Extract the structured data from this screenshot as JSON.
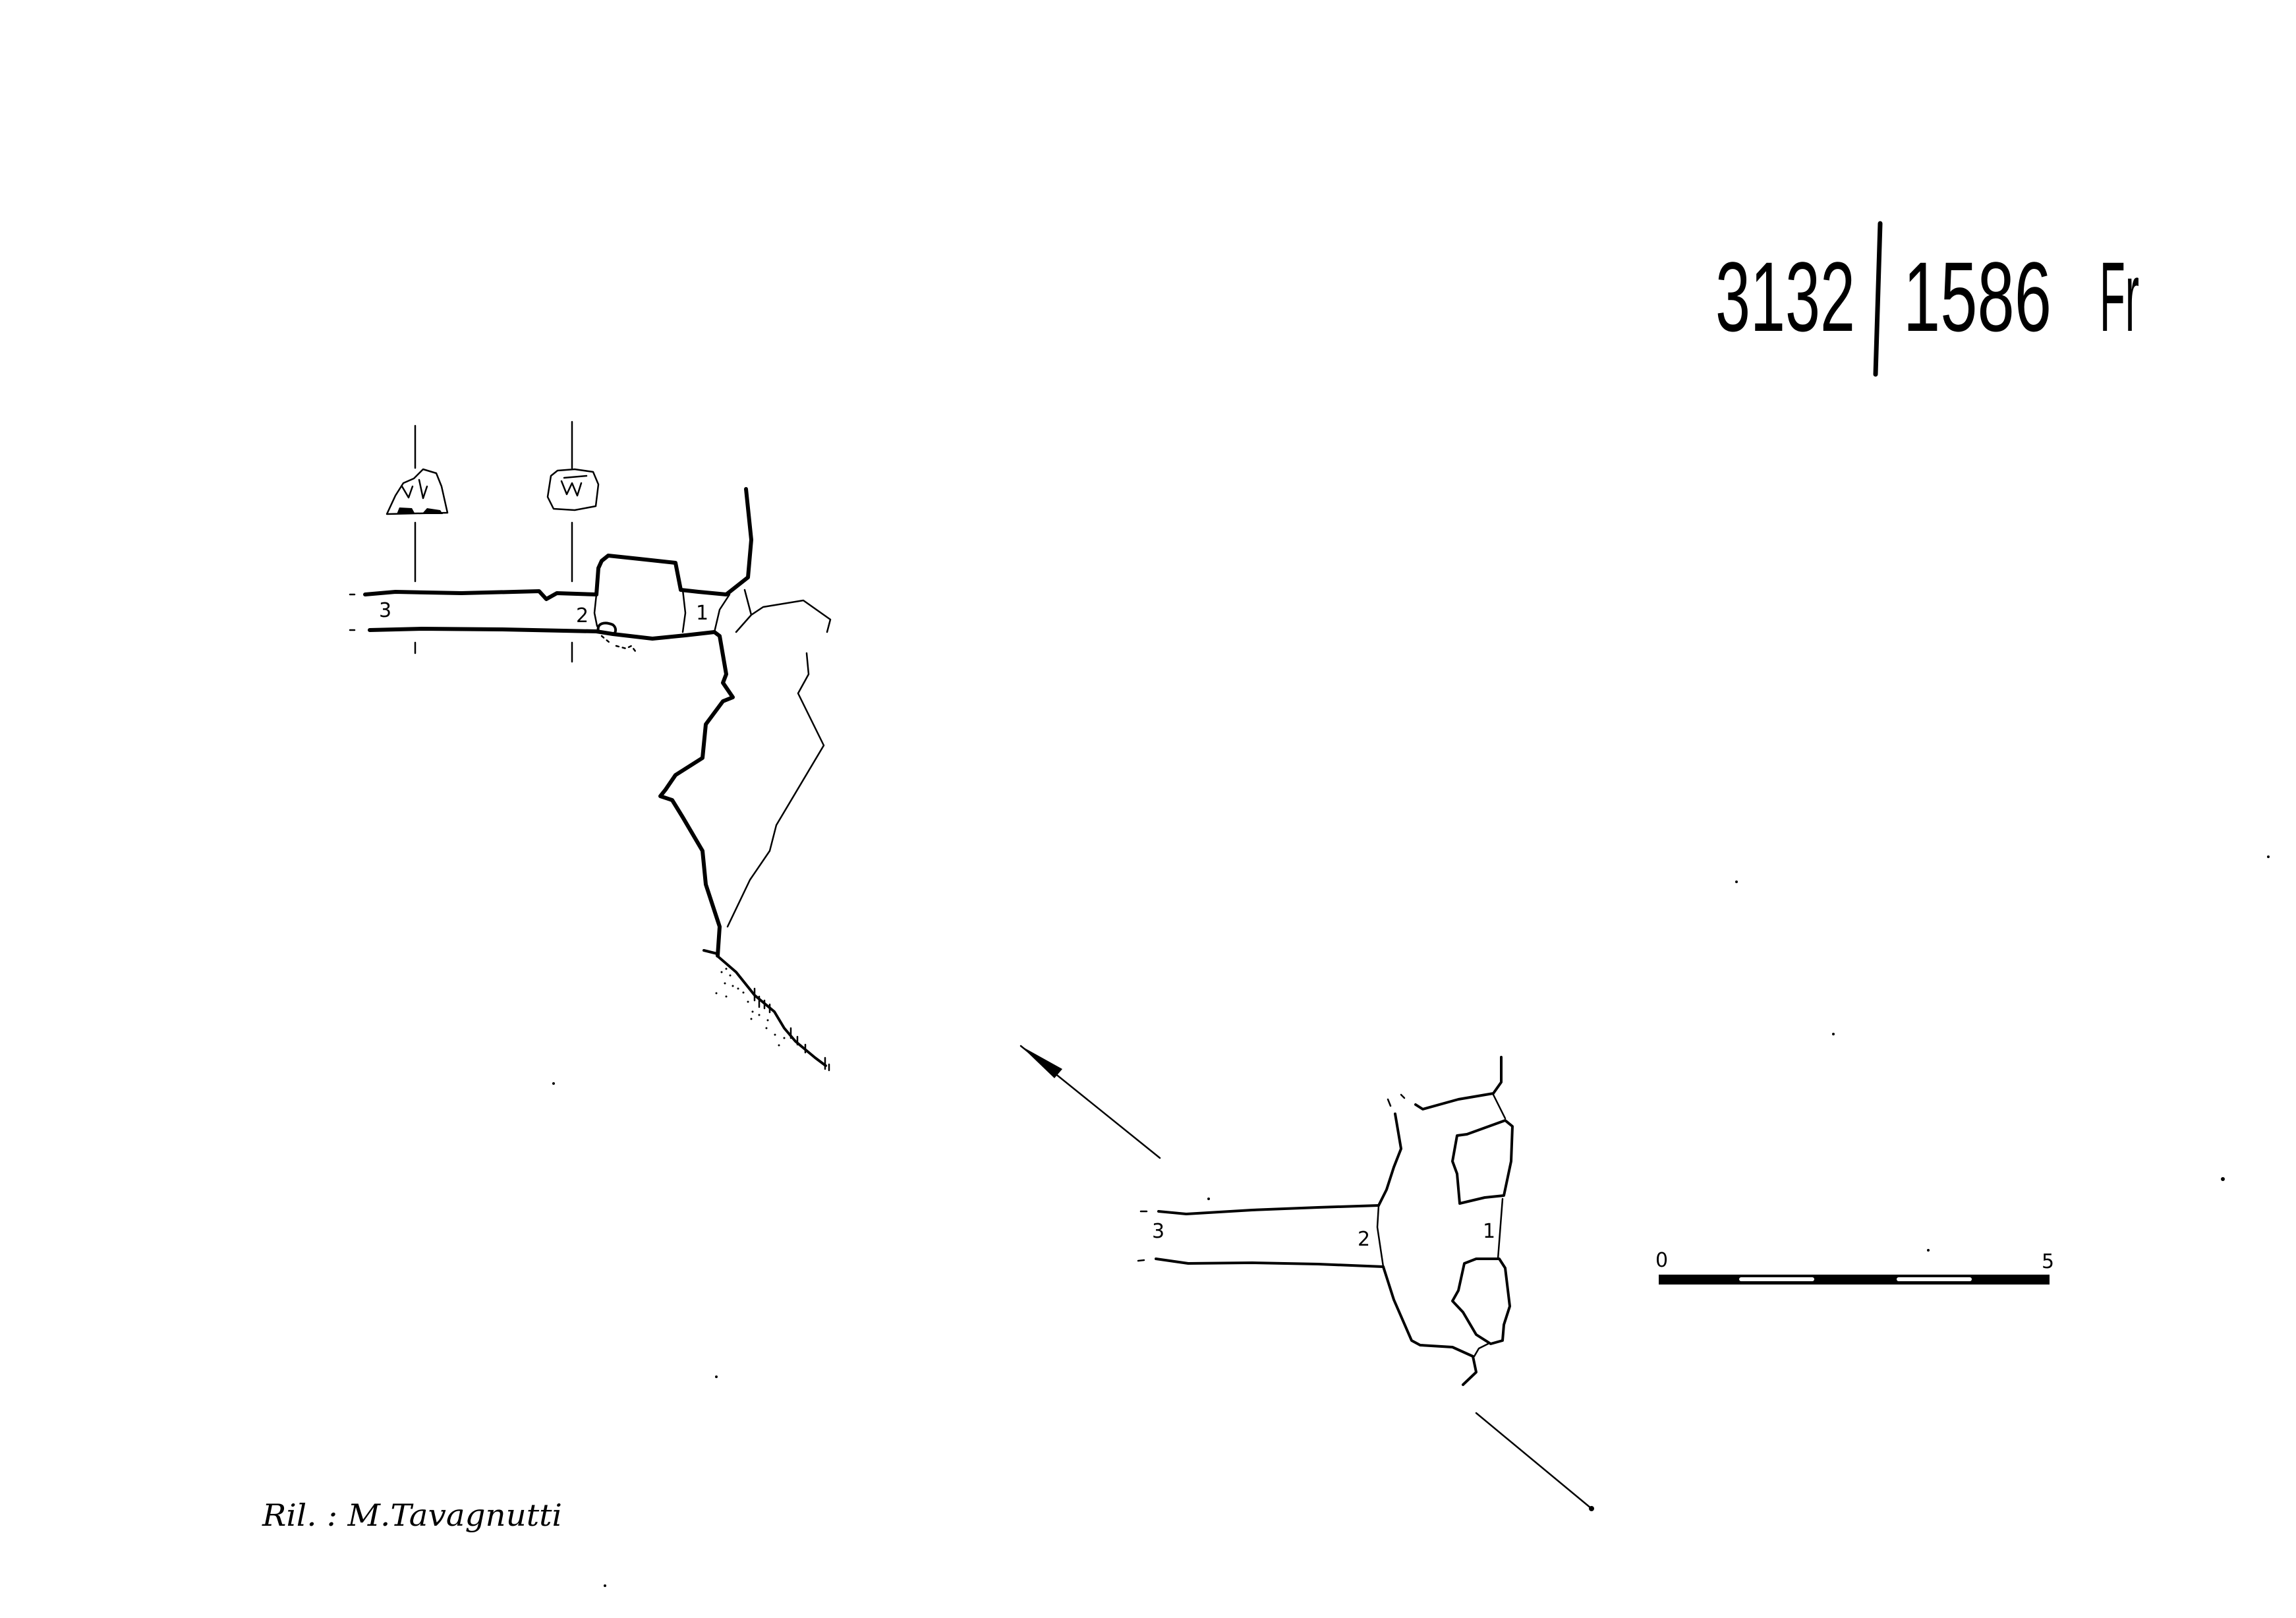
{
  "header": {
    "cave_number": "3132",
    "regional_number": "1586",
    "province_code": "Fr"
  },
  "section_view": {
    "station_labels": [
      "3",
      "2",
      "1"
    ]
  },
  "plan_view": {
    "station_labels": [
      "3",
      "2",
      "1"
    ],
    "north_arrow_icon": "arrow-icon"
  },
  "scale_bar": {
    "start_label": "0",
    "end_label": "5"
  },
  "credits": {
    "surveyor": "Ril. : M.Tavagnutti"
  },
  "colors": {
    "ink": "#000000",
    "paper": "#ffffff"
  }
}
